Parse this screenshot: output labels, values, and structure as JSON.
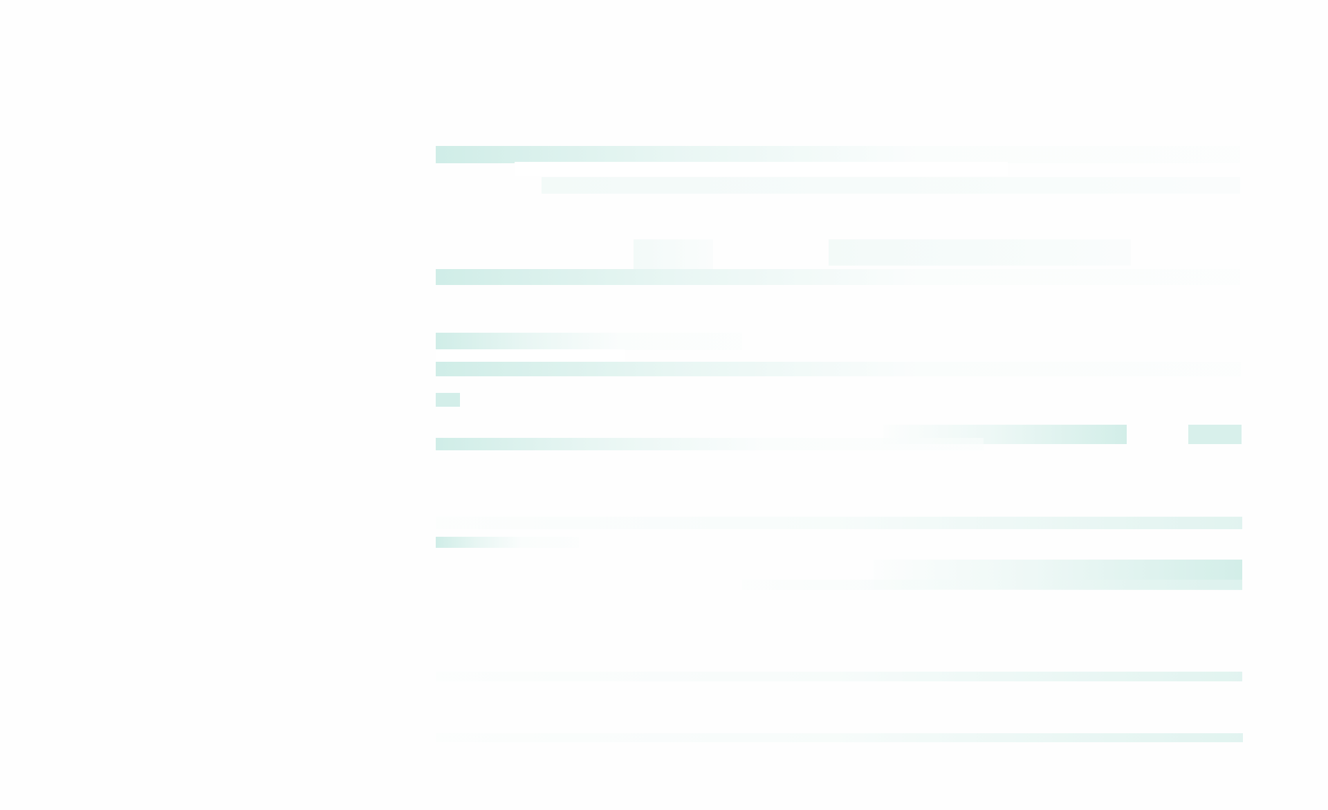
{
  "page": {
    "title": "",
    "accent_color": "#d1ede8",
    "background_color": "#fefefe"
  },
  "placeholder": {
    "state": "loading",
    "skeleton_groups": [
      {
        "name": "header"
      },
      {
        "name": "tabs"
      },
      {
        "name": "section-heading"
      },
      {
        "name": "field-row"
      },
      {
        "name": "text-lines"
      },
      {
        "name": "action-row"
      },
      {
        "name": "divider-1"
      },
      {
        "name": "divider-2"
      }
    ]
  }
}
